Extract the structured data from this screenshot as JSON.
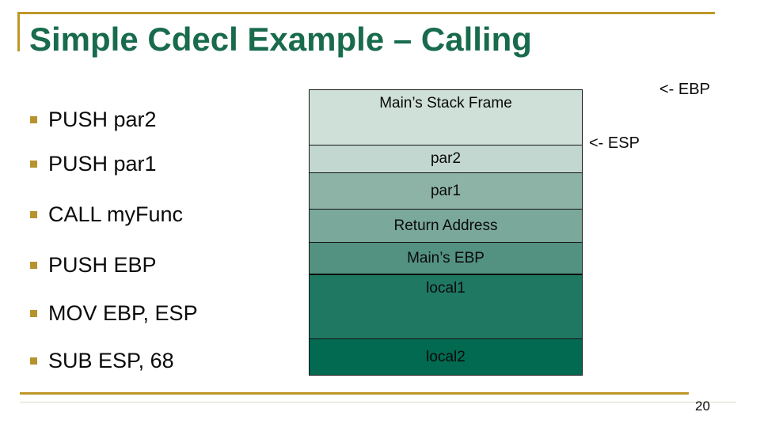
{
  "slide": {
    "title": "Simple Cdecl Example – Calling",
    "page_number": "20"
  },
  "bullets": [
    {
      "label": "PUSH par2"
    },
    {
      "label": "PUSH par1"
    },
    {
      "label": "CALL myFunc"
    },
    {
      "label": "PUSH EBP"
    },
    {
      "label": "MOV EBP, ESP"
    },
    {
      "label": "SUB ESP, 68"
    }
  ],
  "stack": {
    "rows": [
      {
        "label": "Main’s Stack Frame",
        "bg": "#CFE0D9"
      },
      {
        "label": "par2",
        "bg": "#C2D7D0"
      },
      {
        "label": "par1",
        "bg": "#8DB3A7"
      },
      {
        "label": "Return Address",
        "bg": "#7AA89B"
      },
      {
        "label": "Main’s EBP",
        "bg": "#539180"
      },
      {
        "label": "local1",
        "bg": "#1E7862"
      },
      {
        "label": "local2",
        "bg": "#016A50"
      }
    ]
  },
  "annotations": {
    "ebp": "<- EBP",
    "esp": "<- ESP"
  },
  "colors": {
    "accent_gold": "#BE9727",
    "title_green": "#186B4C",
    "bullet_gold": "#B6932C",
    "border_black": "#141414"
  }
}
